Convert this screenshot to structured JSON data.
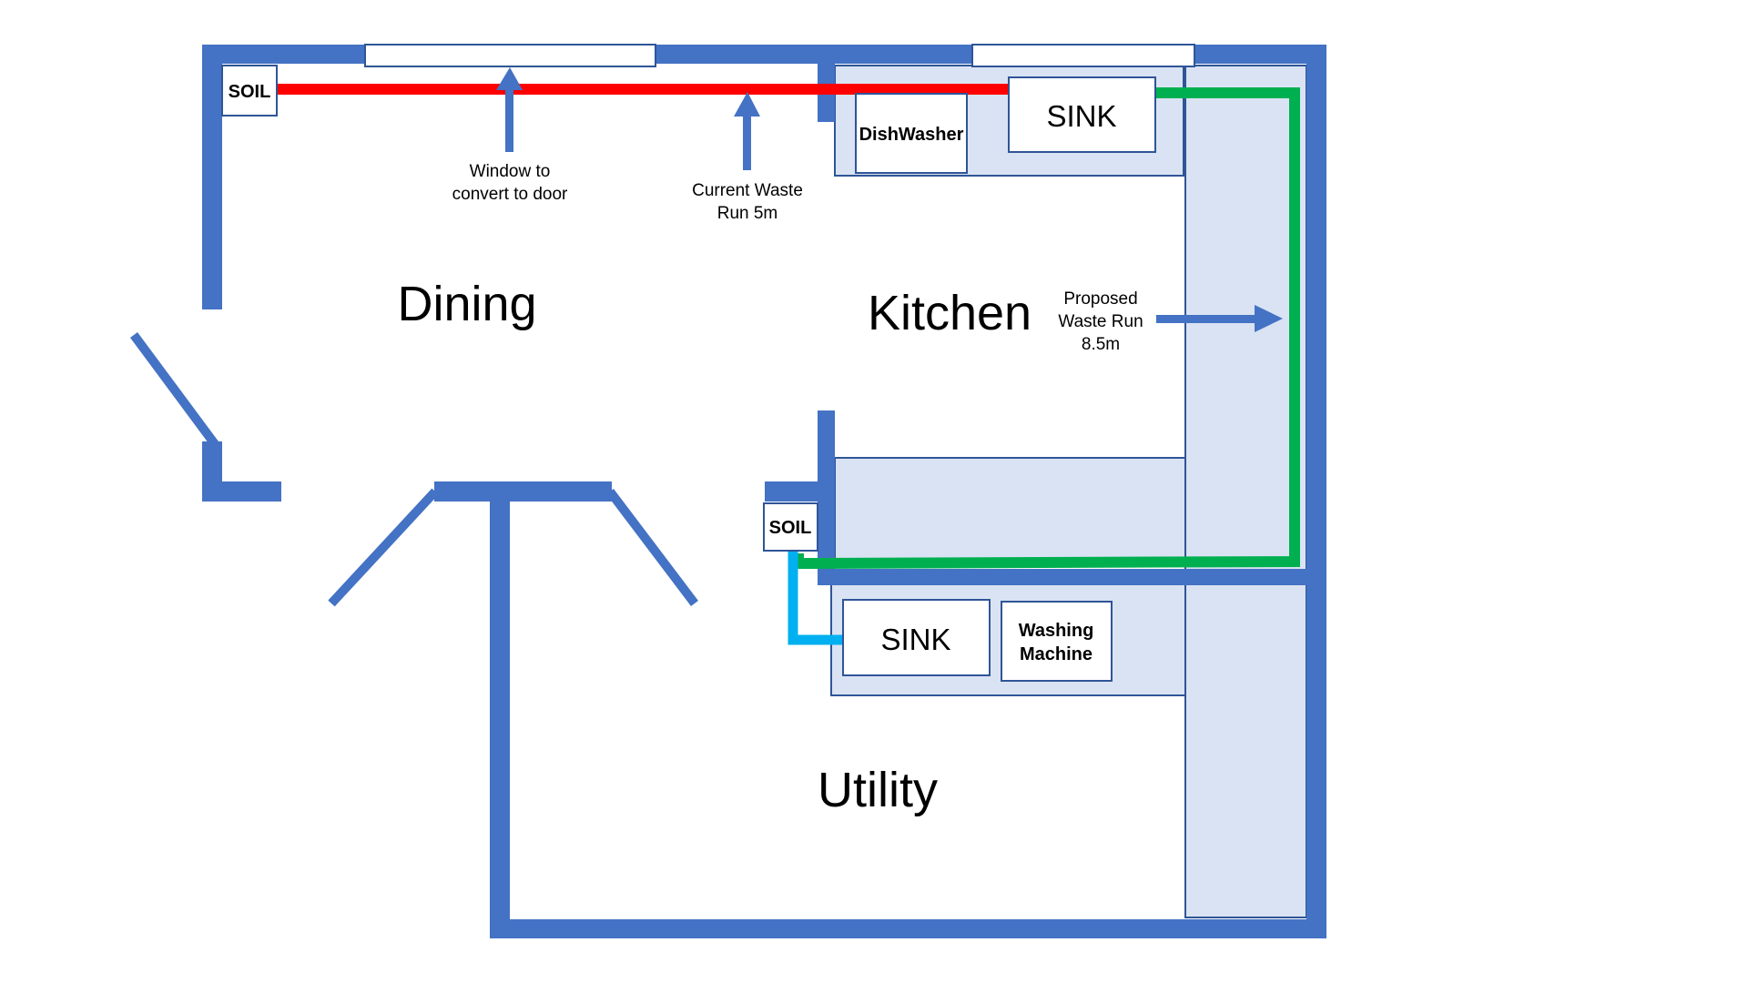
{
  "colors": {
    "wall": "#4472C4",
    "counter_fill": "#DAE3F3",
    "counter_stroke": "#2F5597",
    "current_run": "#FF0000",
    "proposed_run": "#00B050",
    "utility_run": "#00B0F0",
    "arrow": "#4472C4"
  },
  "rooms": {
    "dining": "Dining",
    "kitchen": "Kitchen",
    "utility": "Utility"
  },
  "fixtures": {
    "soil_top": "SOIL",
    "soil_mid": "SOIL",
    "kitchen_sink": "SINK",
    "dishwasher": "DishWasher",
    "utility_sink": "SINK",
    "washing_machine_line1": "Washing",
    "washing_machine_line2": "Machine"
  },
  "annotations": {
    "window_line1": "Window to",
    "window_line2": "convert to door",
    "current_line1": "Current Waste",
    "current_line2": "Run 5m",
    "proposed_line1": "Proposed",
    "proposed_line2": "Waste Run",
    "proposed_line3": "8.5m"
  }
}
